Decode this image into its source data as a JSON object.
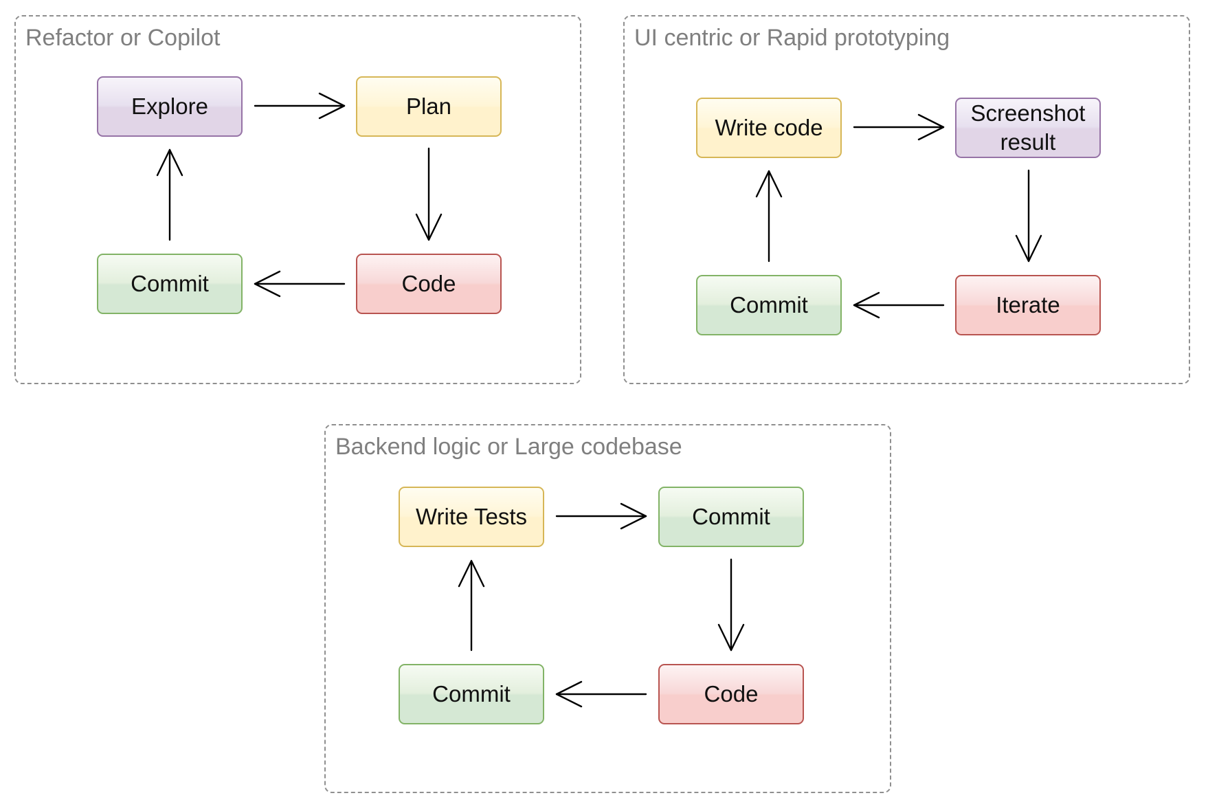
{
  "groups": {
    "refactor": {
      "title": "Refactor or Copilot",
      "nodes": {
        "explore": "Explore",
        "plan": "Plan",
        "code": "Code",
        "commit": "Commit"
      }
    },
    "ui": {
      "title": "UI centric or Rapid prototyping",
      "nodes": {
        "write_code": "Write code",
        "screenshot": "Screenshot result",
        "iterate": "Iterate",
        "commit": "Commit"
      }
    },
    "backend": {
      "title": "Backend logic or Large codebase",
      "nodes": {
        "write_tests": "Write Tests",
        "commit_top": "Commit",
        "code": "Code",
        "commit_bottom": "Commit"
      }
    }
  },
  "colors": {
    "purple_fill": "#e1d5e7",
    "purple_border": "#9673a6",
    "yellow_fill": "#fff2cc",
    "yellow_border": "#d6b656",
    "green_fill": "#d5e8d4",
    "green_border": "#82b366",
    "red_fill": "#f8cecc",
    "red_border": "#b85450",
    "group_border": "#8f8f8f",
    "group_title": "#7f7f7f",
    "arrow": "#000000"
  }
}
